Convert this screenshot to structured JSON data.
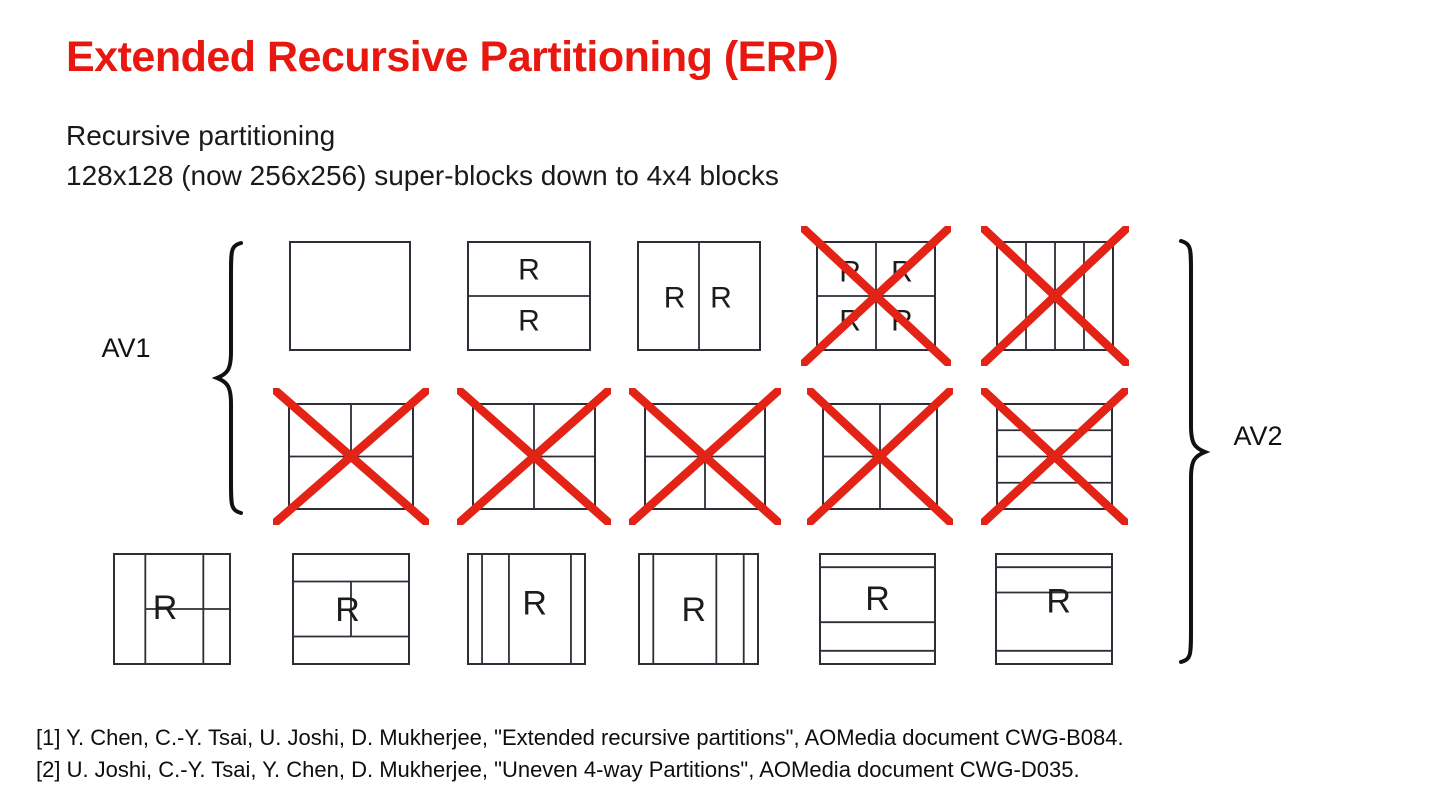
{
  "slide": {
    "title": "Extended Recursive Partitioning (ERP)",
    "subtitle": [
      "Recursive partitioning",
      "128x128 (now 256x256) super-blocks down to 4x4 blocks"
    ],
    "group_labels": {
      "av1": "AV1",
      "av2": "AV2"
    },
    "colors": {
      "title": "#e8170f",
      "cross": "#e32315",
      "block_line": "#2e2e36",
      "label_text": "#1c1c1c"
    },
    "partition_rows": [
      {
        "name": "row-1-av1-basic",
        "blocks": [
          {
            "type": "none",
            "crossed": false,
            "labels": []
          },
          {
            "type": "horz",
            "crossed": false,
            "labels": [
              "R",
              "R"
            ]
          },
          {
            "type": "vert",
            "crossed": false,
            "labels": [
              "R",
              "R"
            ]
          },
          {
            "type": "split",
            "crossed": true,
            "labels": [
              "R",
              "R",
              "R",
              "R"
            ]
          },
          {
            "type": "vert4",
            "crossed": true,
            "labels": []
          }
        ]
      },
      {
        "name": "row-2-av1-removed",
        "blocks": [
          {
            "type": "horz_a",
            "crossed": true,
            "labels": []
          },
          {
            "type": "vert_b",
            "crossed": true,
            "labels": []
          },
          {
            "type": "horz_b",
            "crossed": true,
            "labels": []
          },
          {
            "type": "vert_a",
            "crossed": true,
            "labels": []
          },
          {
            "type": "horz4",
            "crossed": true,
            "labels": []
          }
        ]
      },
      {
        "name": "row-3-av2-new",
        "blocks": [
          {
            "type": "vert3",
            "crossed": false,
            "labels": [
              "R"
            ]
          },
          {
            "type": "horz3",
            "crossed": false,
            "labels": [
              "R"
            ]
          },
          {
            "type": "vert4a",
            "crossed": false,
            "labels": [
              "R"
            ]
          },
          {
            "type": "vert4b",
            "crossed": false,
            "labels": [
              "R"
            ]
          },
          {
            "type": "horz4b",
            "crossed": false,
            "labels": [
              "R"
            ]
          },
          {
            "type": "horz4a",
            "crossed": false,
            "labels": [
              "R"
            ]
          }
        ]
      }
    ],
    "references": [
      "[1] Y. Chen, C.-Y. Tsai, U. Joshi, D. Mukherjee, \"Extended recursive partitions\", AOMedia document CWG-B084.",
      "[2] U. Joshi, C.-Y. Tsai, Y. Chen, D. Mukherjee, \"Uneven 4-way Partitions\", AOMedia document CWG-D035."
    ]
  }
}
